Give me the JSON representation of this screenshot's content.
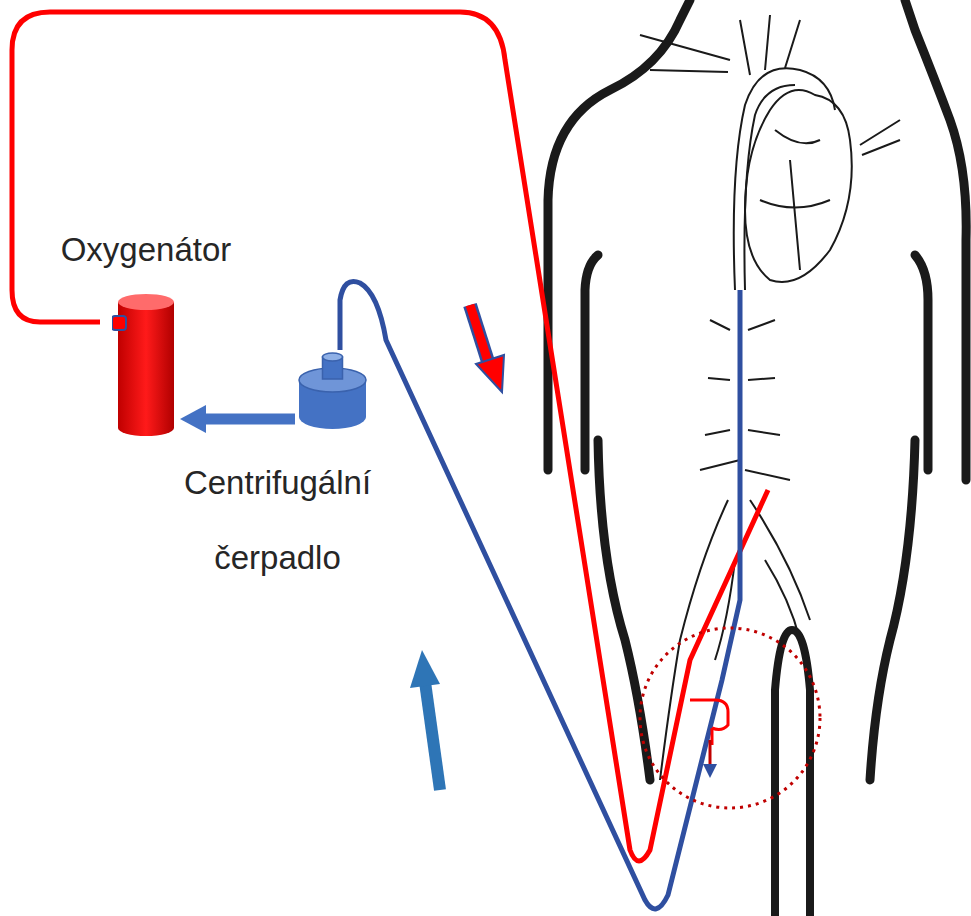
{
  "diagram": {
    "nodes": [
      {
        "text": [
          "Oxygenátor"
        ]
      },
      {
        "text": [
          "Centrifugální čerpadlo"
        ]
      }
    ],
    "edges": [
      {
        "from": 1,
        "to": 0,
        "arrow": "to"
      }
    ]
  }
}
